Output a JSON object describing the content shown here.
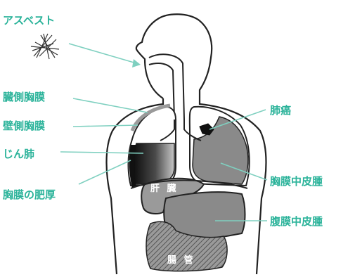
{
  "labels": {
    "asbestos": "アスベスト",
    "visceral_pleura": "臓側胸膜",
    "parietal_pleura": "壁側胸膜",
    "pneumoconiosis": "じん肺",
    "pleural_thickening": "胸膜の肥厚",
    "lung_cancer": "肺癌",
    "pleural_mesothelioma": "胸膜中皮腫",
    "peritoneal_mesothelioma": "腹膜中皮腫",
    "liver": "肝 臓",
    "intestine": "腸 管"
  },
  "colors": {
    "label": "#2bb39a",
    "leader": "#7fd0c0",
    "outline": "#222222",
    "tumor_gray": "#8a8a8a",
    "lung_cancer": "#111111"
  }
}
